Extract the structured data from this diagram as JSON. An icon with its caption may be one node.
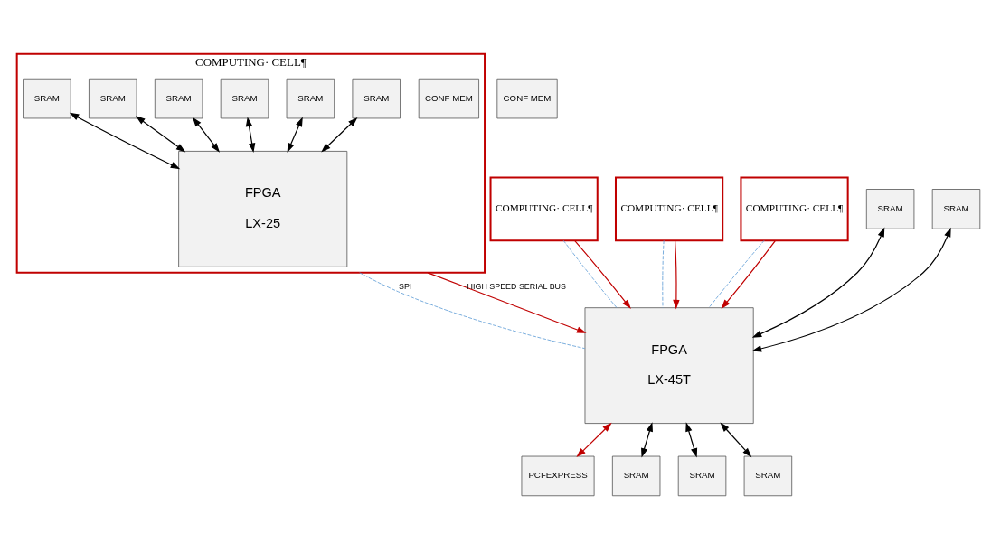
{
  "diagram": {
    "nodes": [
      {
        "text": [
          "COMPUTING· CELL¶"
        ]
      },
      {
        "text": [
          "CONF MEM"
        ],
        "in": 0
      },
      {
        "text": [
          "SRAM"
        ],
        "in": 0
      },
      {
        "text": [
          "SRAM"
        ],
        "in": 0
      },
      {
        "text": [
          "SRAM"
        ],
        "in": 0
      },
      {
        "text": [
          "SRAM"
        ],
        "in": 0
      },
      {
        "text": [
          "SRAM"
        ],
        "in": 0
      },
      {
        "text": [
          "SRAM"
        ],
        "in": 0
      },
      {
        "text": [
          "FPGA",
          "LX-25"
        ],
        "in": 0
      },
      {
        "text": [
          "COMPUTING· CELL¶"
        ]
      },
      {
        "text": [
          "COMPUTING· CELL¶"
        ]
      },
      {
        "text": [
          "COMPUTING· CELL¶"
        ]
      },
      {
        "text": [
          "FPGA",
          "LX-45T"
        ]
      },
      {
        "text": [
          "SRAM"
        ]
      },
      {
        "text": [
          "SRAM"
        ]
      },
      {
        "text": [
          "PCI-EXPRESS"
        ]
      },
      {
        "text": [
          "SRAM"
        ]
      },
      {
        "text": [
          "SRAM"
        ]
      },
      {
        "text": [
          "SRAM"
        ]
      },
      {
        "text": [
          "CONF MEM"
        ]
      }
    ],
    "edges": [
      {
        "from": 2,
        "to": 8,
        "arrow": "both"
      },
      {
        "from": 3,
        "to": 8,
        "arrow": "both"
      },
      {
        "from": 4,
        "to": 8,
        "arrow": "both"
      },
      {
        "from": 5,
        "to": 8,
        "arrow": "both"
      },
      {
        "from": 6,
        "to": 8,
        "arrow": "both"
      },
      {
        "from": 7,
        "to": 8,
        "arrow": "both"
      },
      {
        "from": 0,
        "to": 12,
        "arrow": "none",
        "style": "dashed",
        "color": "#5b9bd5",
        "label": "SPI"
      },
      {
        "from": 9,
        "to": 12,
        "arrow": "none",
        "style": "dashed",
        "color": "#5b9bd5"
      },
      {
        "from": 10,
        "to": 12,
        "arrow": "none",
        "style": "dashed",
        "color": "#5b9bd5"
      },
      {
        "from": 11,
        "to": 12,
        "arrow": "none",
        "style": "dashed",
        "color": "#5b9bd5"
      },
      {
        "from": 0,
        "to": 12,
        "arrow": "to",
        "color": "#c00000",
        "label": "HIGH SPEED SERIAL BUS"
      },
      {
        "from": 9,
        "to": 12,
        "arrow": "to",
        "color": "#c00000"
      },
      {
        "from": 10,
        "to": 12,
        "arrow": "to",
        "color": "#c00000"
      },
      {
        "from": 11,
        "to": 12,
        "arrow": "to",
        "color": "#c00000"
      },
      {
        "from": 13,
        "to": 12,
        "arrow": "both"
      },
      {
        "from": 14,
        "to": 12,
        "arrow": "both"
      },
      {
        "from": 12,
        "to": 15,
        "arrow": "both",
        "color": "#c00000"
      },
      {
        "from": 12,
        "to": 16,
        "arrow": "both"
      },
      {
        "from": 12,
        "to": 17,
        "arrow": "both"
      },
      {
        "from": 12,
        "to": 18,
        "arrow": "both"
      }
    ]
  }
}
